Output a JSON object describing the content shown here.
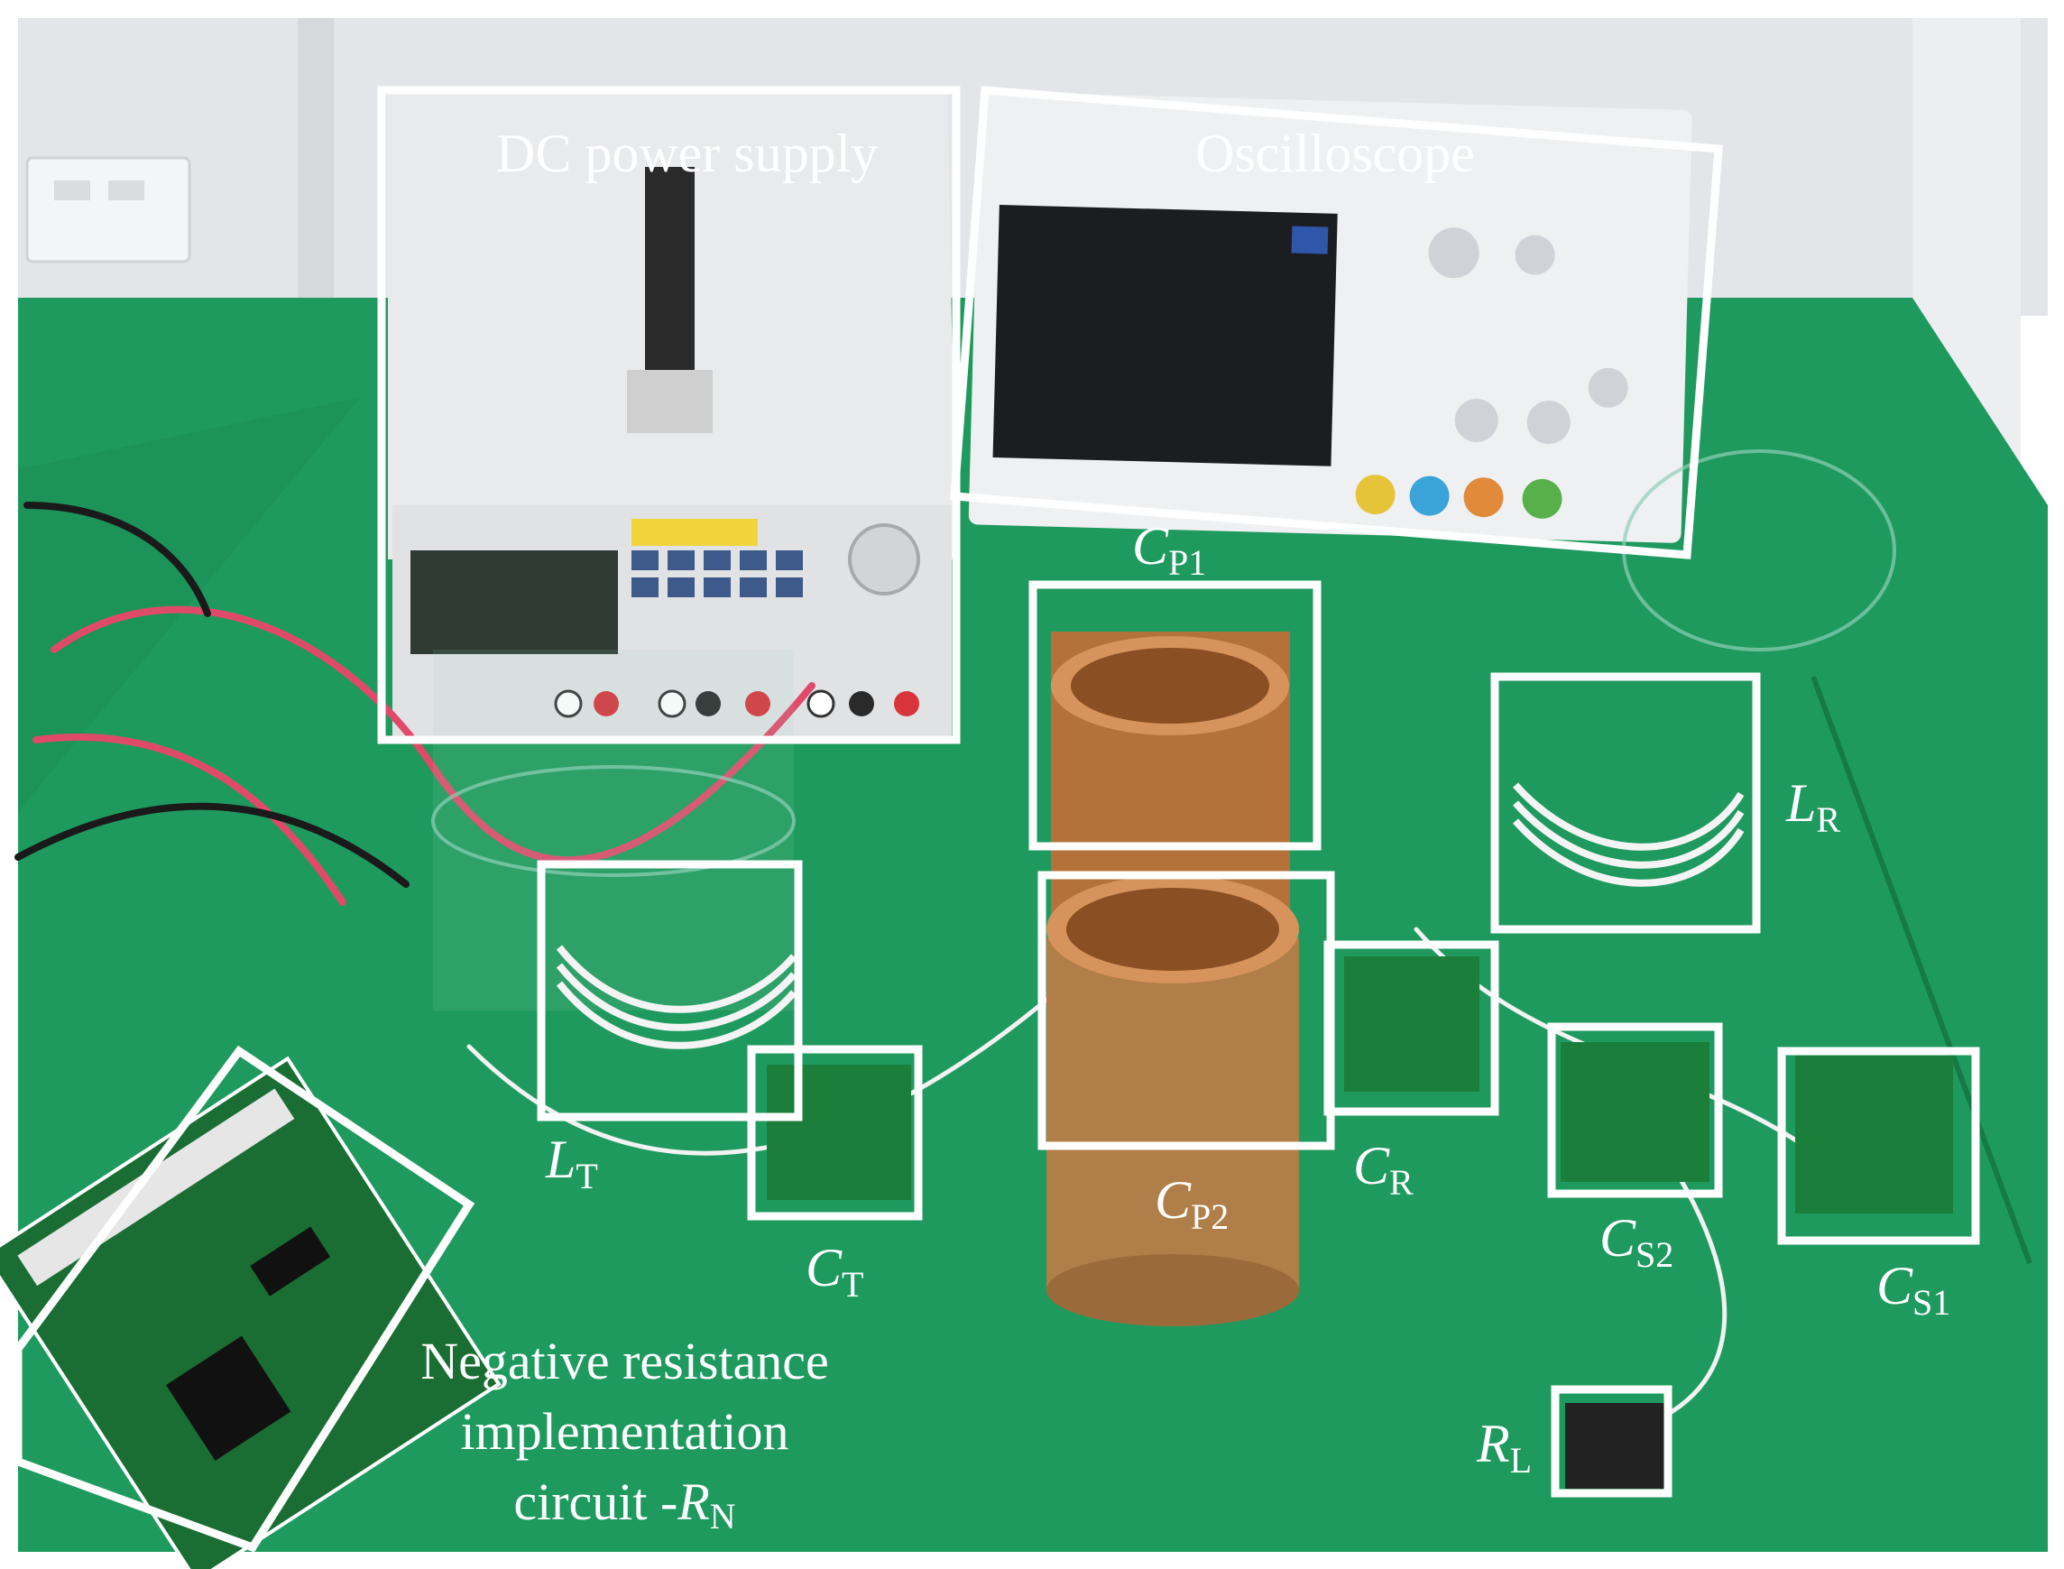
{
  "photo": {
    "colors": {
      "bench": "#1f9a5e",
      "wall": "#e4e6e8",
      "frame": "#ffffff",
      "copper": "#b5713a",
      "pcb": "#1b7e3a"
    }
  },
  "labels": {
    "dc_power_supply": "DC power supply",
    "oscilloscope": "Oscilloscope",
    "cp1": {
      "main": "C",
      "sub": "P1"
    },
    "cp2": {
      "main": "C",
      "sub": "P2"
    },
    "lt": {
      "main": "L",
      "sub": "T"
    },
    "ct": {
      "main": "C",
      "sub": "T"
    },
    "lr": {
      "main": "L",
      "sub": "R"
    },
    "cr": {
      "main": "C",
      "sub": "R"
    },
    "cs2": {
      "main": "C",
      "sub": "S2"
    },
    "cs1": {
      "main": "C",
      "sub": "S1"
    },
    "rl": {
      "main": "R",
      "sub": "L"
    },
    "negative_resistance": {
      "line1": "Negative resistance",
      "line2": "implementation",
      "line3_prefix": "circuit -",
      "line3_symbol": "R",
      "line3_sub": "N"
    }
  }
}
